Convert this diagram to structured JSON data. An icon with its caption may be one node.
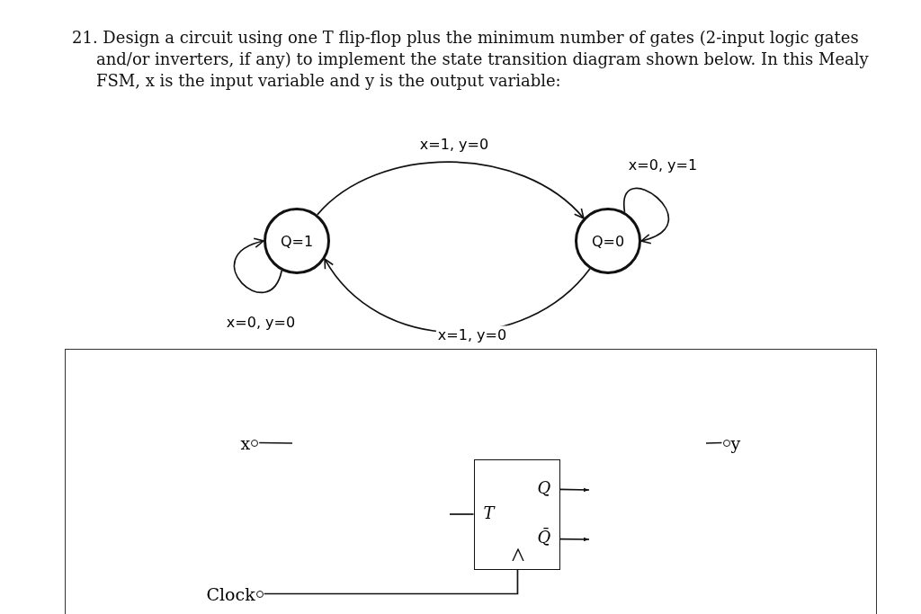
{
  "diagram": {
    "title": "21. Design a circuit using one T flip-flop plus the minimum number of gates (2-input logic gates and/or inverters, if any) to implement the state transition diagram shown below. In this Mealy FSM, x is the input variable and y is the output variable:",
    "nodes": [
      {
        "text": [
          "Q=1"
        ]
      },
      {
        "text": [
          "Q=0"
        ]
      },
      {
        "text": [],
        "shape": "box"
      },
      {
        "text": [
          "x"
        ],
        "in": 2
      },
      {
        "text": [
          "y"
        ],
        "in": 2
      },
      {
        "text": [
          "T",
          "Q",
          "Q̄"
        ],
        "in": 2
      },
      {
        "text": [
          "Clock"
        ],
        "in": 2
      }
    ],
    "edges": [
      {
        "from": 0,
        "to": 0,
        "arrow": "to",
        "label": "x=0, y=0"
      },
      {
        "from": 0,
        "to": 1,
        "arrow": "to",
        "label": "x=1, y=0"
      },
      {
        "from": 1,
        "to": 1,
        "arrow": "to",
        "label": "x=0, y=1"
      },
      {
        "from": 1,
        "to": 0,
        "arrow": "to",
        "label": "x=1, y=0"
      },
      {
        "from": 3,
        "to": null,
        "arrow": "none"
      },
      {
        "from": null,
        "to": 4,
        "arrow": "none"
      },
      {
        "from": null,
        "to": 5,
        "arrow": "none"
      },
      {
        "from": 5,
        "to": null,
        "arrow": "to"
      },
      {
        "from": 5,
        "to": null,
        "arrow": "to"
      },
      {
        "from": 6,
        "to": 5,
        "arrow": "none"
      }
    ]
  }
}
